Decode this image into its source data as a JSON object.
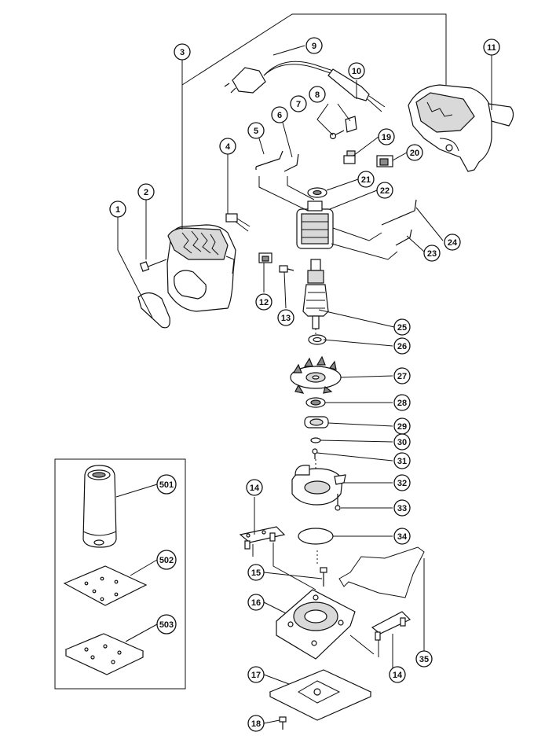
{
  "figure": {
    "type": "exploded parts diagram",
    "background": "#ffffff",
    "line_color": "#111111"
  },
  "callouts": [
    {
      "id": "1",
      "label": "1"
    },
    {
      "id": "2",
      "label": "2"
    },
    {
      "id": "3",
      "label": "3"
    },
    {
      "id": "4",
      "label": "4"
    },
    {
      "id": "5",
      "label": "5"
    },
    {
      "id": "6",
      "label": "6"
    },
    {
      "id": "7",
      "label": "7"
    },
    {
      "id": "8",
      "label": "8"
    },
    {
      "id": "9",
      "label": "9"
    },
    {
      "id": "10",
      "label": "10"
    },
    {
      "id": "11",
      "label": "11"
    },
    {
      "id": "12",
      "label": "12"
    },
    {
      "id": "13",
      "label": "13"
    },
    {
      "id": "14a",
      "label": "14"
    },
    {
      "id": "14b",
      "label": "14"
    },
    {
      "id": "15",
      "label": "15"
    },
    {
      "id": "16",
      "label": "16"
    },
    {
      "id": "17",
      "label": "17"
    },
    {
      "id": "18",
      "label": "18"
    },
    {
      "id": "19",
      "label": "19"
    },
    {
      "id": "20",
      "label": "20"
    },
    {
      "id": "21",
      "label": "21"
    },
    {
      "id": "22",
      "label": "22"
    },
    {
      "id": "23",
      "label": "23"
    },
    {
      "id": "24",
      "label": "24"
    },
    {
      "id": "25",
      "label": "25"
    },
    {
      "id": "26",
      "label": "26"
    },
    {
      "id": "27",
      "label": "27"
    },
    {
      "id": "28",
      "label": "28"
    },
    {
      "id": "29",
      "label": "29"
    },
    {
      "id": "30",
      "label": "30"
    },
    {
      "id": "31",
      "label": "31"
    },
    {
      "id": "32",
      "label": "32"
    },
    {
      "id": "33",
      "label": "33"
    },
    {
      "id": "34",
      "label": "34"
    },
    {
      "id": "35",
      "label": "35"
    },
    {
      "id": "501",
      "label": "501"
    },
    {
      "id": "502",
      "label": "502"
    },
    {
      "id": "503",
      "label": "503"
    }
  ]
}
